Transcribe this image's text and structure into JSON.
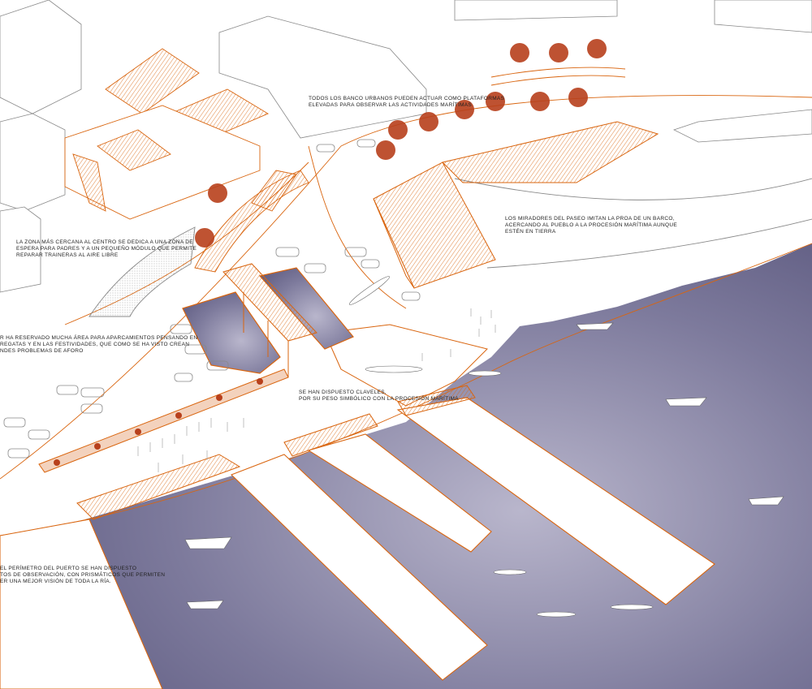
{
  "drawing": {
    "colors": {
      "water": "#6f6b8f",
      "accent_orange": "#d9650f",
      "tree": "#b8401c",
      "line_gray": "#888888",
      "land": "#ffffff"
    },
    "annotations": [
      {
        "lines": [
          "TODOS LOS BANCO URBANOS PUEDEN ACTUAR COMO PLATAFORMAS",
          "ELEVADAS PARA OBSERVAR LAS ACTIVIDADES MARÍTIMAS"
        ]
      },
      {
        "lines": [
          "LA ZONA MÁS CERCANA AL CENTRO SE DEDICA A UNA ZONA DE",
          "ESPERA PARA PADRES Y A UN PEQUEÑO MÓDULO QUE PERMITE",
          "REPARAR TRAINERAS AL AIRE LIBRE"
        ]
      },
      {
        "lines": [
          "LOS MIRADORES DEL PASEO IMITAN LA PROA DE UN BARCO,",
          "ACERCANDO AL PUEBLO A LA PROCESIÓN MARÍTIMA AUNQUE",
          "ESTÉN EN TIERRA"
        ]
      },
      {
        "lines": [
          "R HA RESERVADO MUCHA ÁREA PARA APARCAMIENTOS PENSANDO EN",
          "REGATAS Y EN LAS FESTIVIDADES, QUE COMO SE HA VISTO CREAN",
          "NDES PROBLEMAS DE AFORO"
        ]
      },
      {
        "lines": [
          "SE HAN DISPUESTO CLAVELES,",
          "POR SU PESO SIMBÓLICO CON LA PROCESIÓN MARÍTIMA"
        ]
      },
      {
        "lines": [
          "EL PERÍMETRO DEL PUERTO SE HAN DISPUESTO",
          "TOS DE OBSERVACIÓN, CON PRISMÁTICOS QUE PERMITEN",
          "ER UNA MEJOR VISIÓN  DE TODA LA RÍA."
        ]
      }
    ]
  }
}
